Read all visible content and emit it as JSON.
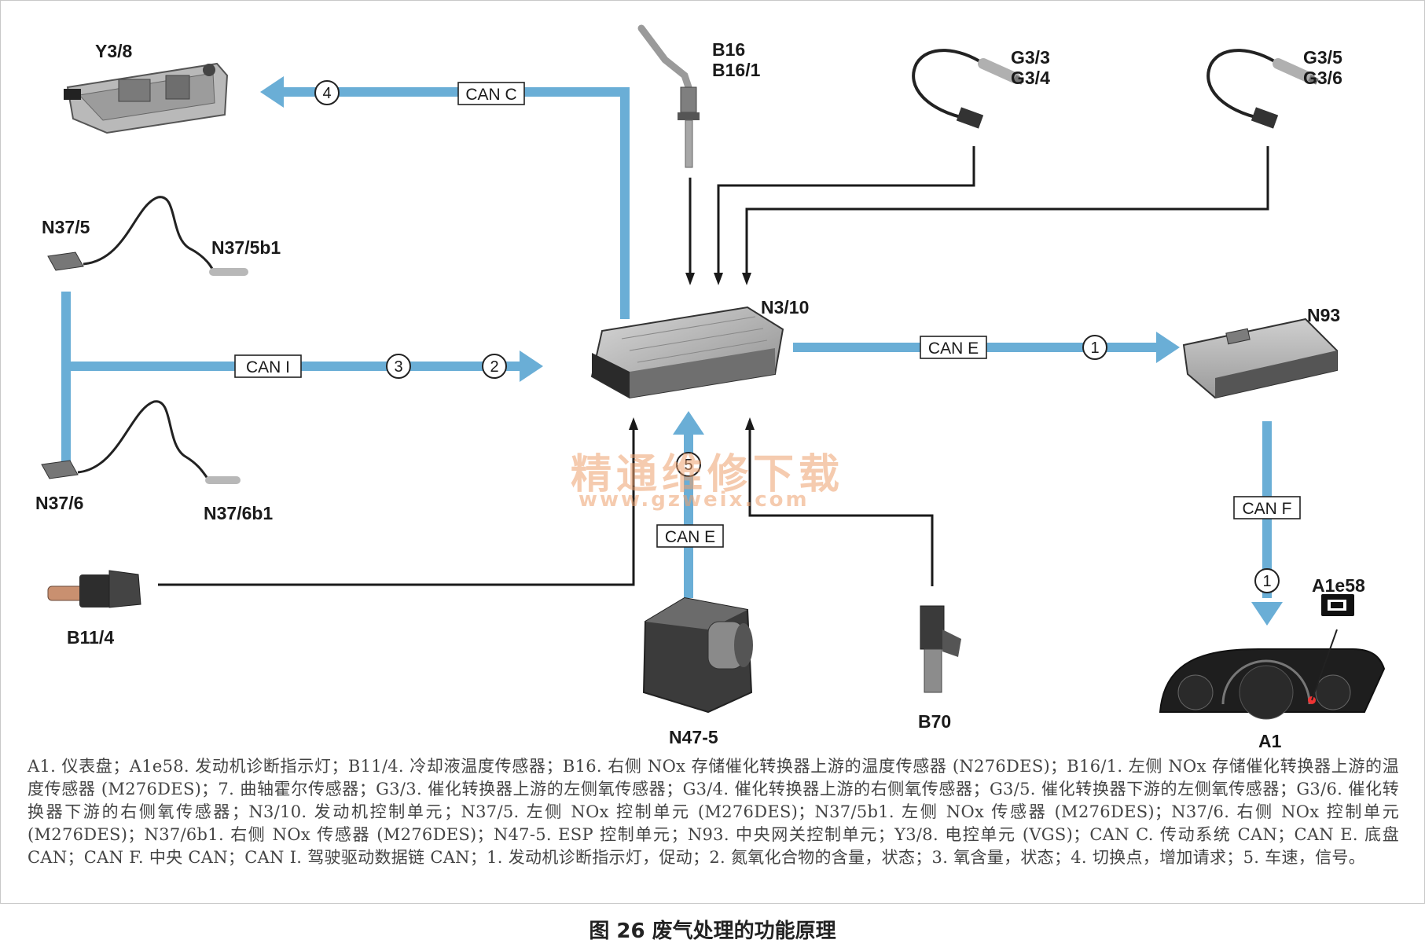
{
  "labels": {
    "y38": "Y3/8",
    "b16": "B16",
    "b161": "B16/1",
    "g33": "G3/3",
    "g34": "G3/4",
    "g35": "G3/5",
    "g36": "G3/6",
    "n375": "N37/5",
    "n375b1": "N37/5b1",
    "n310": "N3/10",
    "n93": "N93",
    "n376": "N37/6",
    "n376b1": "N37/6b1",
    "b114": "B11/4",
    "n475": "N47-5",
    "b70": "B70",
    "a1e58": "A1e58",
    "a1": "A1"
  },
  "buses": {
    "can_c": "CAN C",
    "can_i": "CAN I",
    "can_e_right": "CAN E",
    "can_e_bottom": "CAN E",
    "can_f": "CAN F"
  },
  "markers": {
    "m4": "4",
    "m3": "3",
    "m2": "2",
    "m1_right": "1",
    "m5": "5",
    "m1_down": "1"
  },
  "colors": {
    "can_bus": "#6aaed6",
    "wire": "#1a1a1a"
  },
  "watermark": {
    "line1": "精通维修下载",
    "line2": "www.gzweix.com"
  },
  "legend": "A1. 仪表盘；A1e58. 发动机诊断指示灯；B11/4. 冷却液温度传感器；B16. 右侧 NOx 存储催化转换器上游的温度传感器 (N276DES)；B16/1. 左侧 NOx 存储催化转换器上游的温度传感器 (M276DES)；7. 曲轴霍尔传感器；G3/3. 催化转换器上游的左侧氧传感器；G3/4. 催化转换器上游的右侧氧传感器；G3/5. 催化转换器下游的左侧氧传感器；G3/6. 催化转换器下游的右侧氧传感器；N3/10. 发动机控制单元；N37/5. 左侧 NOx 控制单元 (M276DES)；N37/5b1. 左侧 NOx 传感器 (M276DES)；N37/6. 右侧 NOx 控制单元 (M276DES)；N37/6b1. 右侧 NOx 传感器 (M276DES)；N47-5. ESP 控制单元；N93. 中央网关控制单元；Y3/8. 电控单元 (VGS)；CAN C. 传动系统 CAN；CAN E. 底盘 CAN；CAN F. 中央 CAN；CAN I. 驾驶驱动数据链 CAN；1. 发动机诊断指示灯，促动；2. 氮氧化合物的含量，状态；3. 氧含量，状态；4. 切换点，增加请求；5. 车速，信号。",
  "caption": "图 26 废气处理的功能原理"
}
